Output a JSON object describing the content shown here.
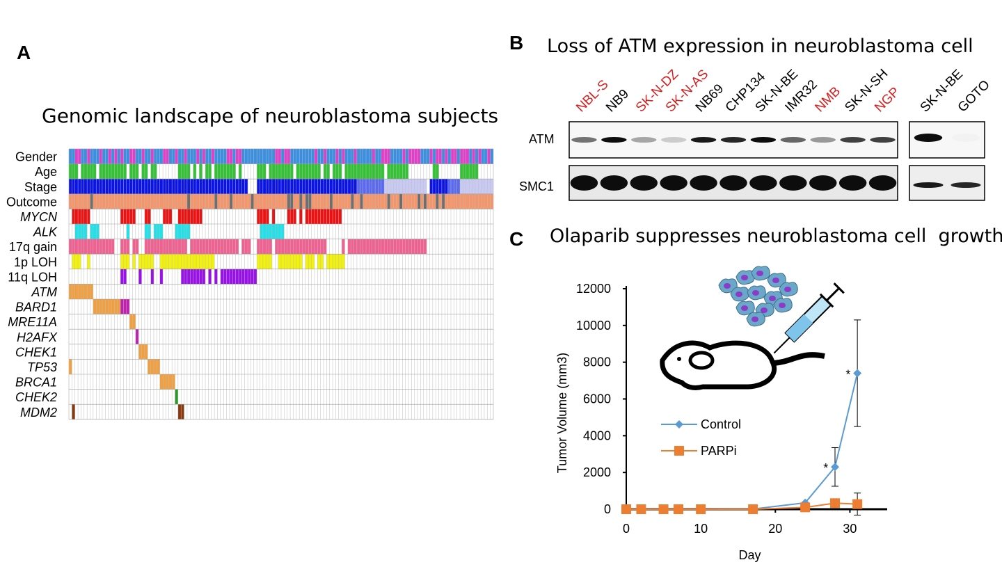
{
  "panel_a": {
    "letter": "A",
    "title": "Genomic landscape of neuroblastoma subjects",
    "rows": [
      {
        "label": "Gender",
        "italic": false
      },
      {
        "label": "Age",
        "italic": false
      },
      {
        "label": "Stage",
        "italic": false
      },
      {
        "label": "Outcome",
        "italic": false
      },
      {
        "label": "MYCN",
        "italic": true
      },
      {
        "label": "ALK",
        "italic": true
      },
      {
        "label": "17q gain",
        "italic": false
      },
      {
        "label": "1p LOH",
        "italic": false
      },
      {
        "label": "11q LOH",
        "italic": false
      },
      {
        "label": "ATM",
        "italic": true
      },
      {
        "label": "BARD1",
        "italic": true
      },
      {
        "label": "MRE11A",
        "italic": true
      },
      {
        "label": "H2AFX",
        "italic": true
      },
      {
        "label": "CHEK1",
        "italic": true
      },
      {
        "label": "TP53",
        "italic": true
      },
      {
        "label": "BRCA1",
        "italic": true
      },
      {
        "label": "CHEK2",
        "italic": true
      },
      {
        "label": "MDM2",
        "italic": true
      }
    ],
    "colors": {
      "gender_a": "#3a8fe0",
      "gender_b": "#e040c8",
      "age": "#33c233",
      "stage_high": "#0a14e6",
      "stage_mid": "#5a6af0",
      "stage_low": "#c8caf4",
      "outcome": "#f4956a",
      "outcome_event": "#6e6e6e",
      "mycn": "#ee1111",
      "alk": "#22e0e8",
      "gain17q": "#f06090",
      "loh1p": "#f2f20a",
      "loh11q": "#9a10e8",
      "atm": "#f0a040",
      "bard1": "#f0a040",
      "mre11a": "#f0a040",
      "h2afx": "#c020b0",
      "chek1": "#f0a040",
      "tp53": "#f0a040",
      "brca1": "#f0a040",
      "chek2": "#2a9a2a",
      "mdm2": "#8b3a10"
    }
  },
  "panel_b": {
    "letter": "B",
    "title": "Loss of ATM expression in neuroblastoma cell",
    "lanes_left": [
      {
        "name": "NBL-S",
        "color": "#d62020"
      },
      {
        "name": "NB9",
        "color": "#000000"
      },
      {
        "name": "SK-N-DZ",
        "color": "#d62020"
      },
      {
        "name": "SK-N-AS",
        "color": "#d62020"
      },
      {
        "name": "NB69",
        "color": "#000000"
      },
      {
        "name": "CHP134",
        "color": "#000000"
      },
      {
        "name": "SK-N-BE",
        "color": "#000000"
      },
      {
        "name": "IMR32",
        "color": "#000000"
      },
      {
        "name": "NMB",
        "color": "#d62020"
      },
      {
        "name": "SK-N-SH",
        "color": "#000000"
      },
      {
        "name": "NGP",
        "color": "#d62020"
      }
    ],
    "lanes_right": [
      {
        "name": "SK-N-BE",
        "color": "#000000"
      },
      {
        "name": "GOTO",
        "color": "#000000"
      }
    ],
    "atm_label": "ATM",
    "smc1_label": "SMC1",
    "atm_intensity_left": [
      0.55,
      0.95,
      0.35,
      0.2,
      0.9,
      0.85,
      0.95,
      0.6,
      0.4,
      0.75,
      0.75
    ],
    "atm_intensity_right": [
      0.95,
      0.05
    ],
    "smc1_intensity_left": [
      0.95,
      0.95,
      0.95,
      0.95,
      0.95,
      0.95,
      0.95,
      0.95,
      0.95,
      0.95,
      0.95
    ],
    "smc1_intensity_right": [
      0.9,
      0.85
    ]
  },
  "panel_c": {
    "letter": "C",
    "title": "Olaparib suppresses neuroblastoma cell  growth."
  },
  "chart_data": {
    "type": "line",
    "xlabel": "Day",
    "ylabel": "Tumor Volume (mm3)",
    "xlim": [
      0,
      35
    ],
    "ylim": [
      0,
      12000
    ],
    "xticks": [
      0,
      10,
      20,
      30
    ],
    "yticks": [
      0,
      2000,
      4000,
      6000,
      8000,
      10000,
      12000
    ],
    "legend_position": "center-left",
    "series": [
      {
        "name": "Control",
        "color": "#5b9bd5",
        "marker": "diamond",
        "x": [
          0,
          2,
          5,
          7,
          10,
          17,
          24,
          28,
          31
        ],
        "y": [
          0,
          0,
          0,
          0,
          0,
          10,
          350,
          2300,
          7400
        ],
        "err": [
          0,
          0,
          0,
          0,
          0,
          0,
          0,
          1050,
          2900
        ]
      },
      {
        "name": "PARPi",
        "color": "#ed7d31",
        "marker": "square",
        "x": [
          0,
          2,
          5,
          7,
          10,
          17,
          24,
          28,
          31
        ],
        "y": [
          0,
          0,
          0,
          0,
          0,
          0,
          100,
          330,
          280
        ],
        "err": [
          0,
          0,
          0,
          0,
          0,
          0,
          0,
          100,
          600
        ]
      }
    ],
    "annotations": [
      {
        "text": "*",
        "x": 27,
        "y": 2300
      },
      {
        "text": "*",
        "x": 30,
        "y": 7400
      }
    ]
  }
}
